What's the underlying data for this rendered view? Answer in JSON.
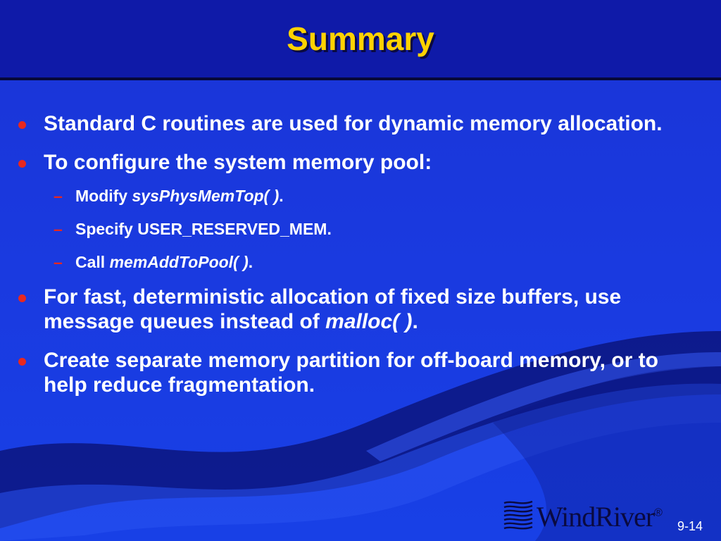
{
  "slide": {
    "title": "Summary",
    "bullets": [
      {
        "text": "Standard C routines are used for dynamic memory allocation."
      },
      {
        "text": "To configure the system memory pool:"
      },
      {
        "text_before": "For fast, deterministic allocation of fixed size buffers, use message queues instead of ",
        "text_italic": "malloc( )",
        "text_after": "."
      },
      {
        "text": "Create separate memory partition for off-board memory, or to help reduce fragmentation."
      }
    ],
    "subbullets": [
      {
        "text_before": "Modify ",
        "text_italic": "sysPhysMemTop( )",
        "text_after": "."
      },
      {
        "text": "Specify USER_RESERVED_MEM."
      },
      {
        "text_before": "Call ",
        "text_italic": "memAddToPool( )",
        "text_after": "."
      }
    ],
    "dash_glyph": "–"
  },
  "footer": {
    "logo_text": "WindRiver",
    "logo_registered": "®",
    "page_number": "9-14"
  },
  "colors": {
    "background": "#1a3ae0",
    "header": "#0f1aa8",
    "title": "#ffd200",
    "bullet_marker": "#e8281e",
    "text": "#ffffff",
    "wave_dark": "#0a1070"
  },
  "icons": {
    "bullet": "red-dot-bullet-icon",
    "logo": "windriver-wave-logo-icon"
  }
}
